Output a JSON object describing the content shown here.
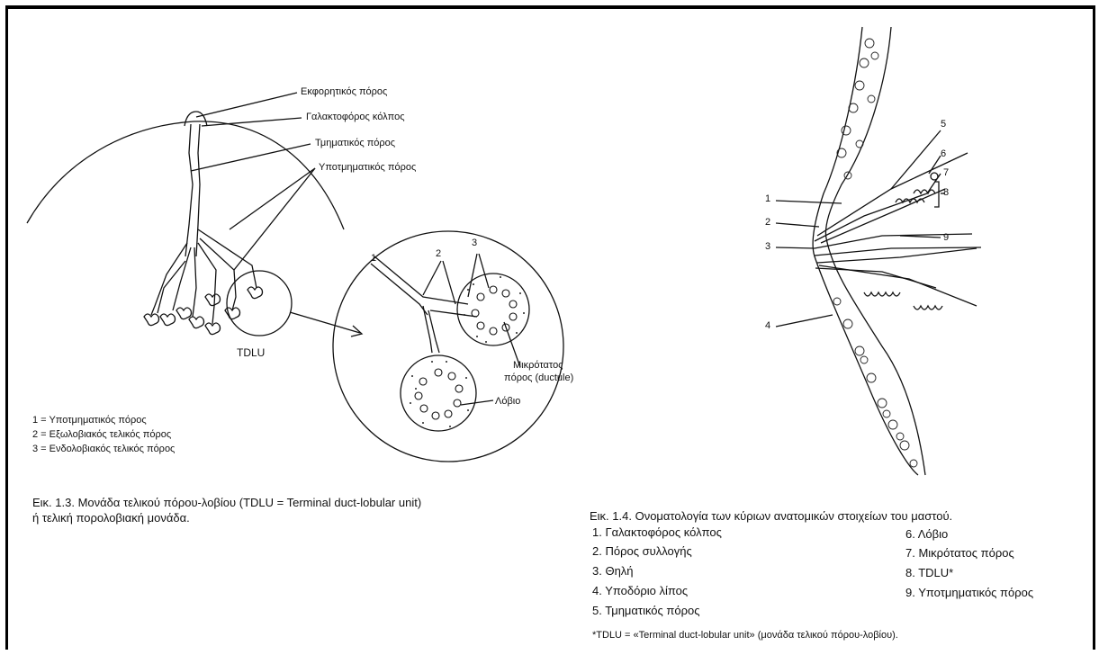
{
  "fig13": {
    "labels": {
      "ekforitikos": "Εκφορητικός πόρος",
      "galaktoforos": "Γαλακτοφόρος κόλπος",
      "tmimatikos": "Τμηματικός πόρος",
      "ypotmimatikos": "Υποτμηματικός πόρος",
      "tdlu": "TDLU",
      "n1": "1",
      "n2": "2",
      "n3": "3",
      "mikrotatos_line1": "Μικρότατος",
      "mikrotatos_line2": "πόρος (ductule)",
      "lovio": "Λόβιο"
    },
    "key": [
      "1 = Υποτμηματικός πόρος",
      "2 = Εξωλοβιακός τελικός πόρος",
      "3 = Ενδολοβιακός τελικός πόρος"
    ],
    "caption_line1": "Εικ. 1.3.  Μονάδα τελικού πόρου-λοβίου (TDLU = Terminal duct-lobular unit)",
    "caption_line2": "ή τελική πορολοβιακή μονάδα."
  },
  "fig14": {
    "callouts": [
      "1",
      "2",
      "3",
      "4",
      "5",
      "6",
      "7",
      "8",
      "9"
    ],
    "caption": "Εικ. 1.4.  Ονοματολογία των κύριων ανατομικών στοιχείων του μαστού.",
    "legend_left": [
      "1.  Γαλακτοφόρος κόλπος",
      "2.  Πόρος συλλογής",
      "3.  Θηλή",
      "4.  Υποδόριο λίπος",
      "5.  Τμηματικός πόρος"
    ],
    "legend_right": [
      "6.  Λόβιο",
      "7.  Μικρότατος πόρος",
      "8.  TDLU*",
      "9.  Υποτμηματικός πόρος"
    ],
    "footnote": "*TDLU = «Terminal duct-lobular unit» (μονάδα τελικού πόρου-λοβίου)."
  }
}
